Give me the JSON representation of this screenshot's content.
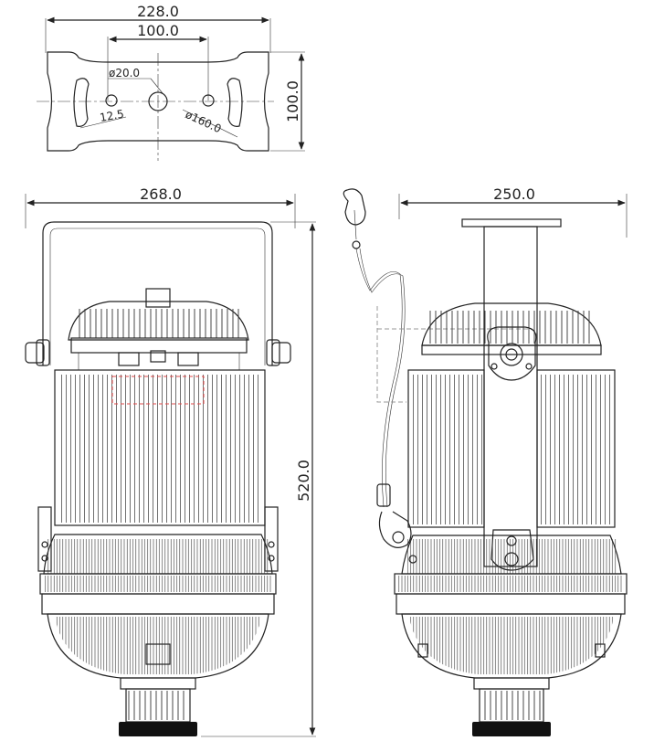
{
  "top_view": {
    "overall_width": "228.0",
    "hole_spacing": "100.0",
    "center_hole_dia": "ø20.0",
    "slot_width": "12.5",
    "slot_circle_dia": "ø160.0",
    "overall_height": "100.0"
  },
  "front_view": {
    "width": "268.0",
    "height": "520.0"
  },
  "side_view": {
    "width": "250.0"
  },
  "colors": {
    "line": "#222222",
    "highlight_box": "#e04848",
    "hidden_line": "#999999"
  }
}
